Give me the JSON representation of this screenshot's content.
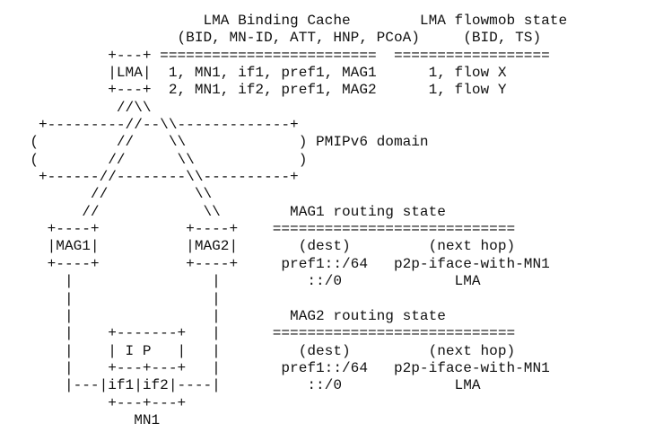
{
  "figure": {
    "lines": [
      "                      LMA Binding Cache        LMA flowmob state",
      "                   (BID, MN-ID, ATT, HNP, PCoA)     (BID, TS)",
      "           +---+ =========================  ==================",
      "           |LMA|  1, MN1, if1, pref1, MAG1      1, flow X",
      "           +---+  2, MN1, if2, pref1, MAG2      1, flow Y",
      "            //\\\\",
      "   +---------//--\\\\-------------+",
      "  (         //    \\\\             ) PMIPv6 domain",
      "  (        //      \\\\            )",
      "   +------//--------\\\\----------+",
      "         //          \\\\",
      "        //            \\\\        MAG1 routing state",
      "    +----+          +----+    ============================",
      "    |MAG1|          |MAG2|       (dest)         (next hop)",
      "    +----+          +----+     pref1::/64   p2p-iface-with-MN1",
      "      |                |          ::/0             LMA",
      "      |                |",
      "      |                |        MAG2 routing state",
      "      |    +-------+   |      ============================",
      "      |    | I P   |   |         (dest)         (next hop)",
      "      |    +---+---+   |       pref1::/64   p2p-iface-with-MN1",
      "      |---|if1|if2|----|          ::/0             LMA",
      "           +---+---+",
      "              MN1"
    ]
  }
}
